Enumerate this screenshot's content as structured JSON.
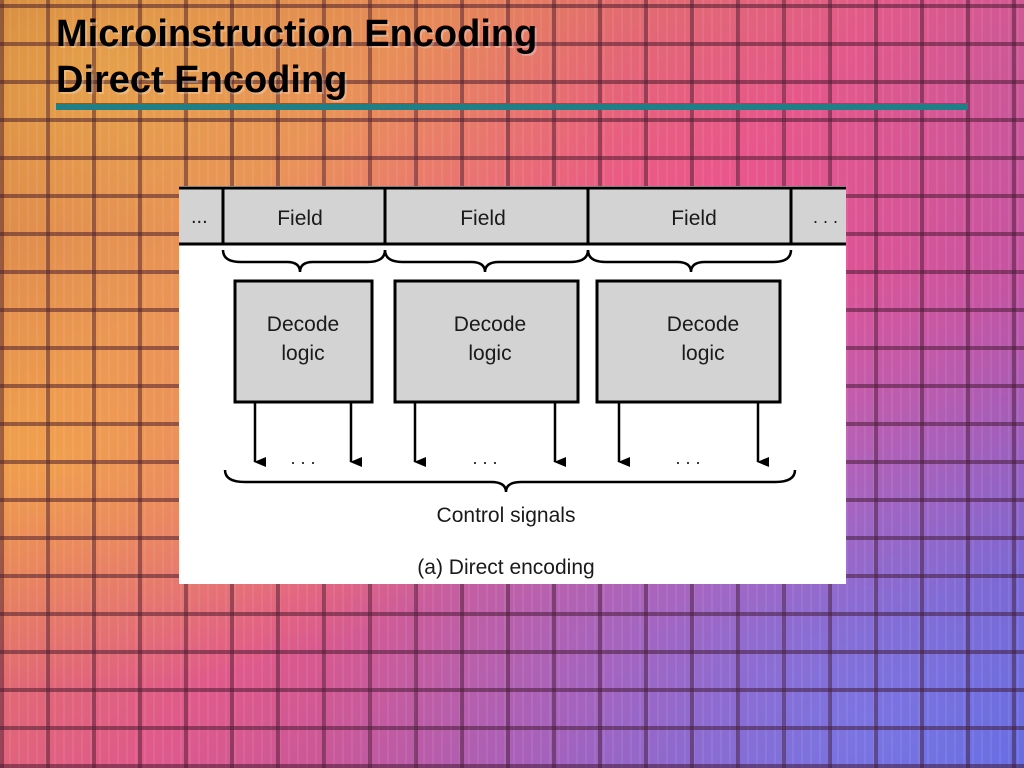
{
  "slide": {
    "title_line1": "Microinstruction Encoding",
    "title_line2": "Direct Encoding",
    "accent_color": "#1f7f86"
  },
  "diagram": {
    "leading_ellipsis": "...",
    "trailing_ellipsis": ". . .",
    "fields": [
      "Field",
      "Field",
      "Field"
    ],
    "decoders": [
      {
        "line1": "Decode",
        "line2": "logic"
      },
      {
        "line1": "Decode",
        "line2": "logic"
      },
      {
        "line1": "Decode",
        "line2": "logic"
      }
    ],
    "output_dots": ". . .",
    "control_label": "Control signals",
    "caption": "(a) Direct encoding",
    "box_fill": "#d3d3d3"
  }
}
